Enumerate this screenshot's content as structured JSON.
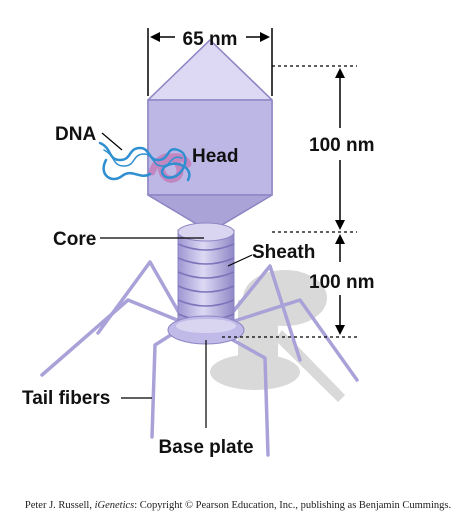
{
  "labels": {
    "width": "65 nm",
    "head_height": "100 nm",
    "tail_height": "100 nm",
    "dna": "DNA",
    "head": "Head",
    "core": "Core",
    "sheath": "Sheath",
    "tail_fibers": "Tail fibers",
    "base_plate": "Base plate"
  },
  "credit": {
    "author": "Peter J. Russell, ",
    "book": "iGenetics",
    "rest": ": Copyright © Pearson Education, Inc., publishing as Benjamin Cummings."
  },
  "colors": {
    "virus_body": "#b6b0e0",
    "virus_shade": "#8f87c6",
    "shadow": "#d7d7d7",
    "dna": "#2f8fd1",
    "dna_core": "#c566a8"
  }
}
